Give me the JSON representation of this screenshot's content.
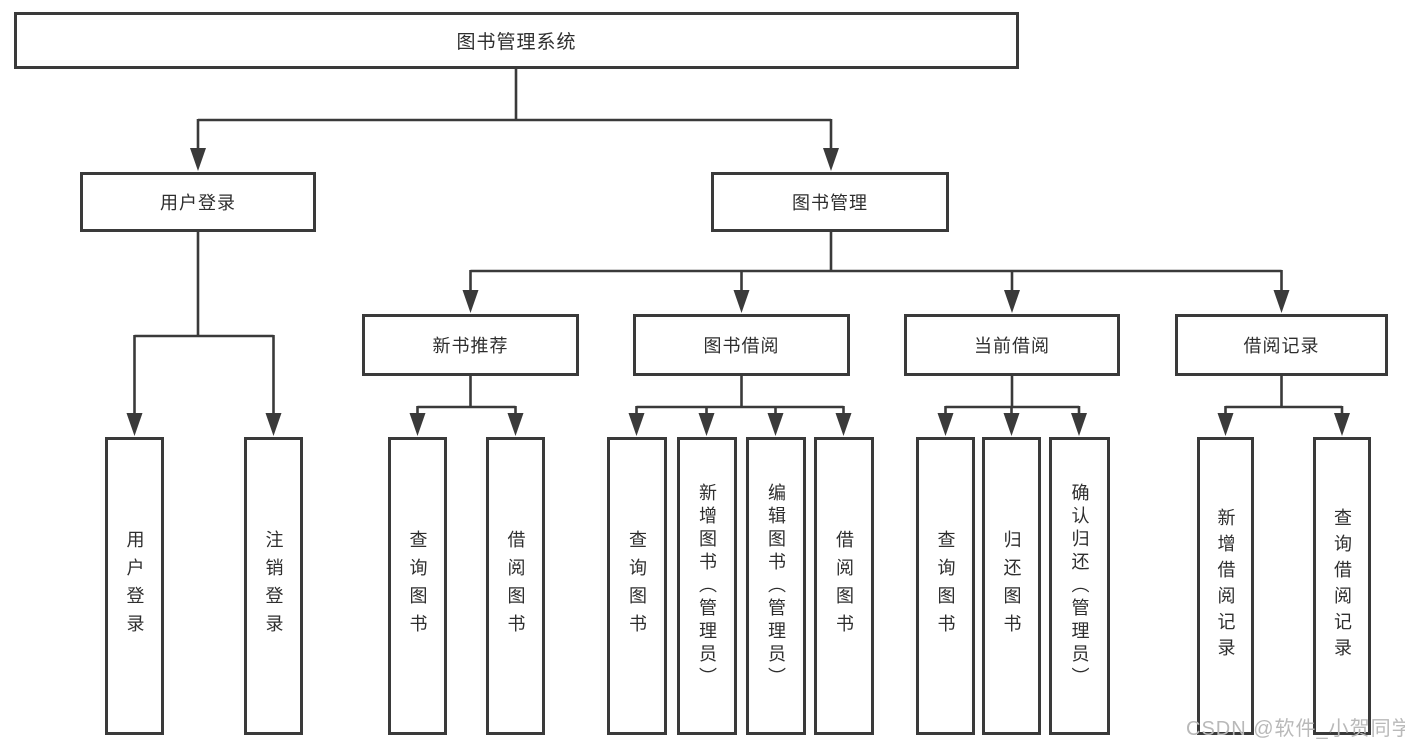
{
  "diagram_title": "图书管理系统",
  "tree": {
    "root": {
      "label": "图书管理系统"
    },
    "children": [
      {
        "label": "用户登录",
        "children": [
          {
            "label": "用户登录"
          },
          {
            "label": "注销登录"
          }
        ]
      },
      {
        "label": "图书管理",
        "children": [
          {
            "label": "新书推荐",
            "children": [
              {
                "label": "查询图书"
              },
              {
                "label": "借阅图书"
              }
            ]
          },
          {
            "label": "图书借阅",
            "children": [
              {
                "label": "查询图书"
              },
              {
                "label": "新增图书（管理员）"
              },
              {
                "label": "编辑图书（管理员）"
              },
              {
                "label": "借阅图书"
              }
            ]
          },
          {
            "label": "当前借阅",
            "children": [
              {
                "label": "查询图书"
              },
              {
                "label": "归还图书"
              },
              {
                "label": "确认归还（管理员）"
              }
            ]
          },
          {
            "label": "借阅记录",
            "children": [
              {
                "label": "新增借阅记录"
              },
              {
                "label": "查询借阅记录"
              }
            ]
          }
        ]
      }
    ]
  },
  "watermark": {
    "text": "CSDN @软件_小贺同学"
  },
  "colors": {
    "line": "#3a3a3a",
    "text": "#2e2e2e",
    "box_background": "#ffffff",
    "watermark": "#b9b9b9"
  }
}
